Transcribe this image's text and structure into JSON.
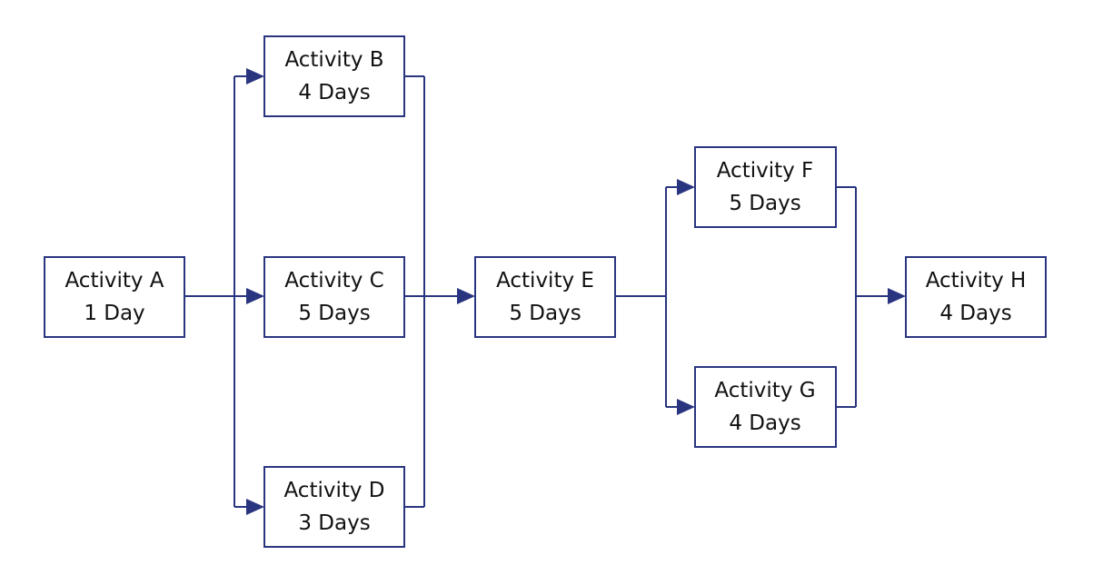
{
  "colors": {
    "line": "#2a3580",
    "box_border": "#2a3580",
    "text": "#111111",
    "background": "#ffffff"
  },
  "activities": {
    "a": {
      "name": "Activity A",
      "duration": "1 Day"
    },
    "b": {
      "name": "Activity B",
      "duration": "4 Days"
    },
    "c": {
      "name": "Activity C",
      "duration": "5 Days"
    },
    "d": {
      "name": "Activity D",
      "duration": "3 Days"
    },
    "e": {
      "name": "Activity E",
      "duration": "5 Days"
    },
    "f": {
      "name": "Activity F",
      "duration": "5 Days"
    },
    "g": {
      "name": "Activity G",
      "duration": "4 Days"
    },
    "h": {
      "name": "Activity H",
      "duration": "4 Days"
    }
  },
  "edges": [
    {
      "from": "Activity A",
      "to": "Activity B"
    },
    {
      "from": "Activity A",
      "to": "Activity C"
    },
    {
      "from": "Activity A",
      "to": "Activity D"
    },
    {
      "from": "Activity B",
      "to": "Activity E"
    },
    {
      "from": "Activity C",
      "to": "Activity E"
    },
    {
      "from": "Activity D",
      "to": "Activity E"
    },
    {
      "from": "Activity E",
      "to": "Activity F"
    },
    {
      "from": "Activity E",
      "to": "Activity G"
    },
    {
      "from": "Activity F",
      "to": "Activity H"
    },
    {
      "from": "Activity G",
      "to": "Activity H"
    }
  ]
}
